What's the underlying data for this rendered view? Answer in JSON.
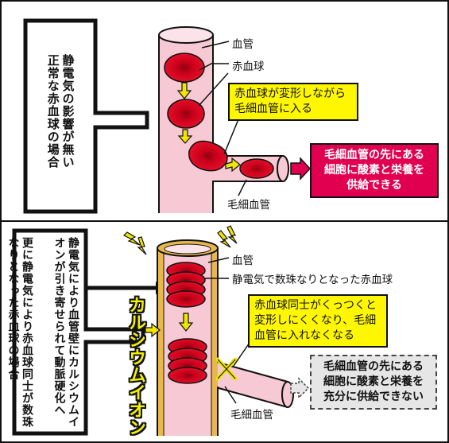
{
  "top": {
    "side_text": "静電気の影響が無い\n正常な赤血球の場合",
    "label_vessel": "血管",
    "label_rbc": "赤血球",
    "label_capillary": "毛細血管",
    "callout": "赤血球が変形しながら\n毛細血管に入る",
    "result": "毛細血管の先にある\n細胞に酸素と栄養を\n供給できる"
  },
  "bottom": {
    "side_text_main": "静電気により血管壁にカルシウムイオンが引き寄せられて動脈硬化へ",
    "side_text_sub": "更に静電気により赤血球同士が数珠なりとなった赤血球の場合",
    "calcium": "カルシウムイオン",
    "label_vessel": "血管",
    "label_rbc": "静電気で数珠なりとなった赤血球",
    "label_capillary": "毛細血管",
    "callout": "赤血球同士がくっつくと\n変形しにくくなり、毛細\n血管に入れなくなる",
    "result": "毛細血管の先にある\n細胞に酸素と栄養を\n充分に供給できない"
  },
  "colors": {
    "vessel_fill": "#f7c9d4",
    "vessel_stroke": "#111111",
    "rbc": "#d9001c",
    "callout_bg": "#fff700",
    "result_ok_bg": "#e0004f",
    "result_ng_bg": "#e6e6e6",
    "arrow_yellow": "#f0e600",
    "calcium_ring": "#e8b84a"
  }
}
